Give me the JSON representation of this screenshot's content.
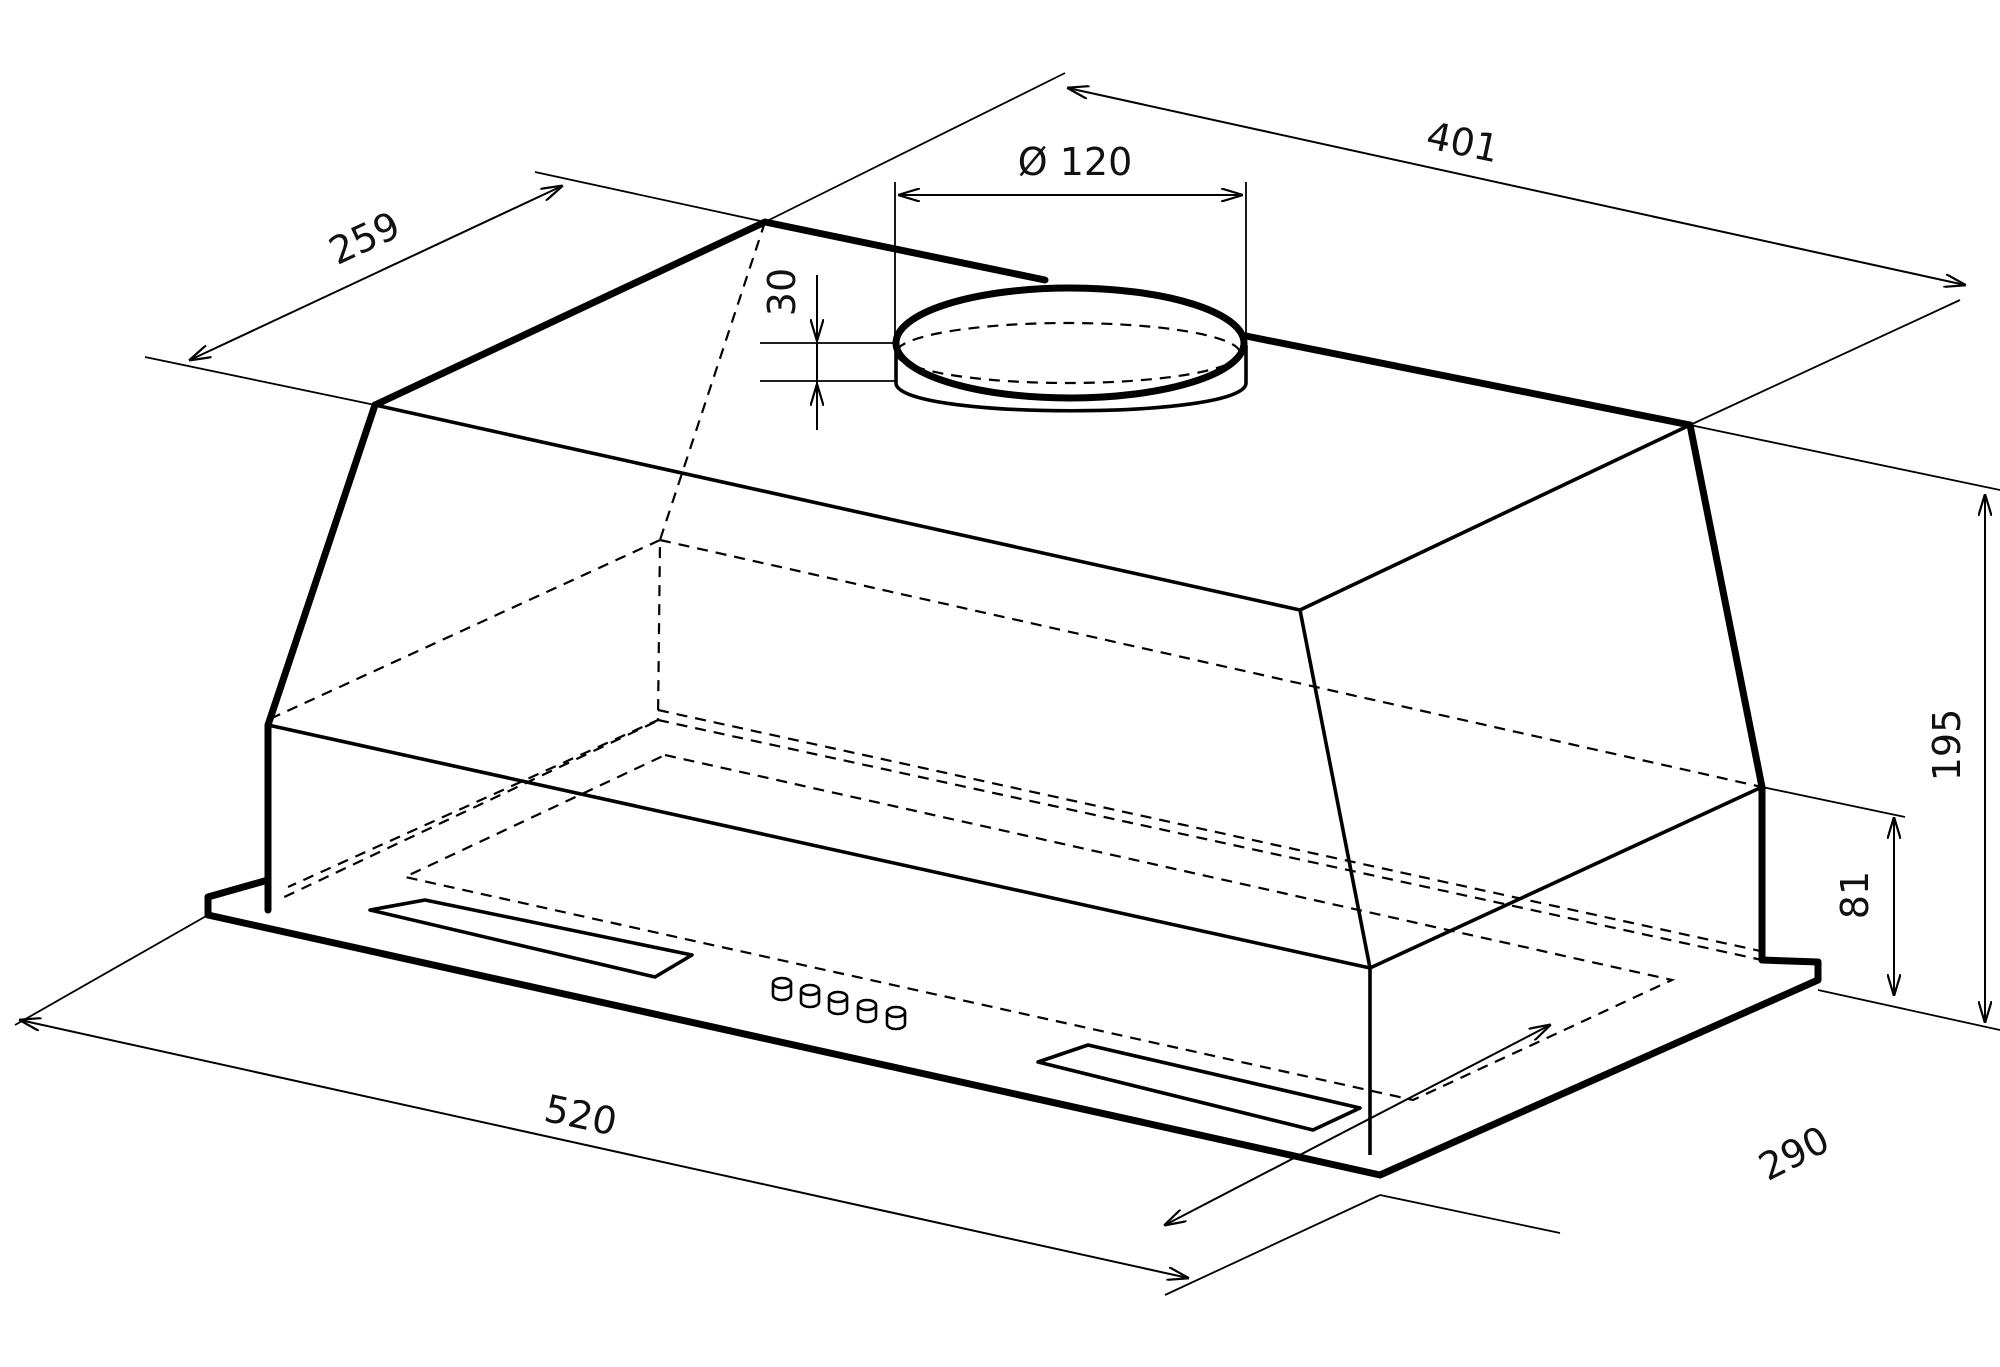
{
  "diagram": {
    "stroke_color": "#000000",
    "background": "#ffffff"
  },
  "dimensions": {
    "depth_top": "259",
    "width_top": "401",
    "duct_diameter": "Ø 120",
    "duct_height": "30",
    "height_total": "195",
    "height_panel": "81",
    "width_bottom": "520",
    "depth_bottom": "290"
  }
}
